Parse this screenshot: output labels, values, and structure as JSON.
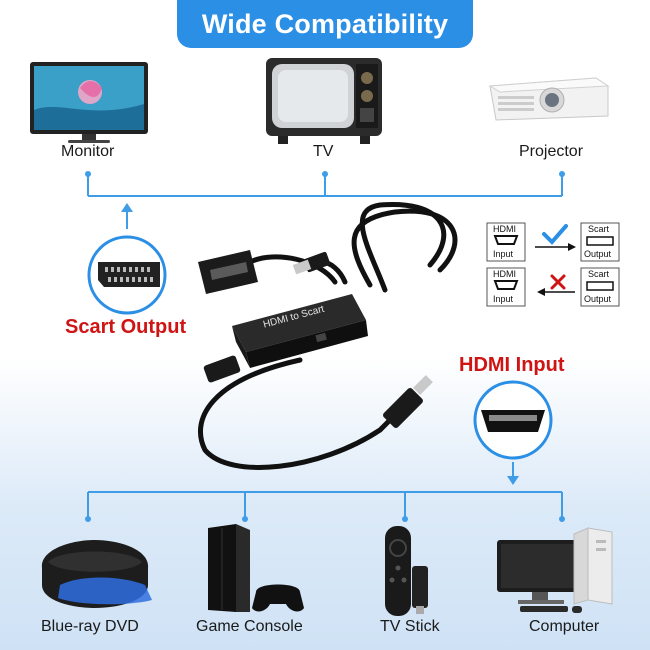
{
  "title": "Wide Compatibility",
  "outputs": {
    "monitor": "Monitor",
    "tv": "TV",
    "projector": "Projector"
  },
  "inputs": {
    "bluray": "Blue-ray DVD",
    "console": "Game Console",
    "stick": "TV Stick",
    "computer": "Computer"
  },
  "callouts": {
    "scart_output": "Scart Output",
    "hdmi_input": "HDMI Input"
  },
  "device_label": "HDMI to Scart",
  "diagram": {
    "hdmi_text": "HDMI",
    "input_text": "Input",
    "scart_text": "Scart",
    "output_text": "Output",
    "supported_icon": "checkmark-icon",
    "unsupported_icon": "cross-icon"
  },
  "colors": {
    "accent": "#2b8fe6",
    "callout_red": "#d01414",
    "connector_line": "#3f9de8"
  }
}
